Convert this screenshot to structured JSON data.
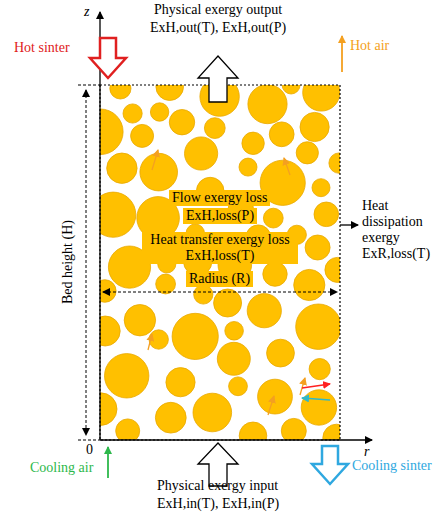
{
  "diagram": {
    "labels": [
      "Physical exergy output",
      "ExH,out(T), ExH,out(P)",
      "Hot sinter",
      "Hot air",
      "z",
      "Bed height (H)",
      "Flow exergy loss",
      "ExH,loss(P)",
      "Heat transfer exergy loss ExH,loss(T)",
      "Radius (R)",
      "Heat dissipation exergy ExR,loss(T)",
      "0",
      "r",
      "Cooling air",
      "Cooling sinter",
      "Physical exergy input",
      "ExH,in(T), ExH,in(P)"
    ]
  }
}
